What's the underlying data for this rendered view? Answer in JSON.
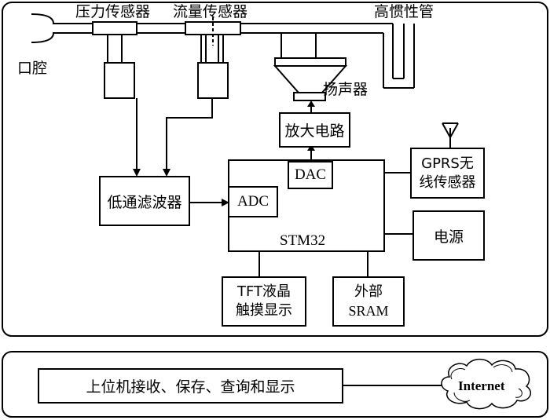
{
  "labels": {
    "pressure_sensor": "压力传感器",
    "flow_sensor": "流量传感器",
    "high_inertia_tube": "高惯性管",
    "mouth": "口腔",
    "speaker": "扬声器",
    "amplifier": "放大电路",
    "dac": "DAC",
    "adc": "ADC",
    "stm32": "STM32",
    "lowpass_filter": "低通滤波器",
    "gprs_line1": "GPRS无",
    "gprs_line2": "线传感器",
    "power": "电源",
    "tft_line1": "TFT液晶",
    "tft_line2": "触摸显示",
    "sram_line1": "外部",
    "sram_line2": "SRAM",
    "host": "上位机接收、保存、查询和显示",
    "internet": "Internet"
  }
}
